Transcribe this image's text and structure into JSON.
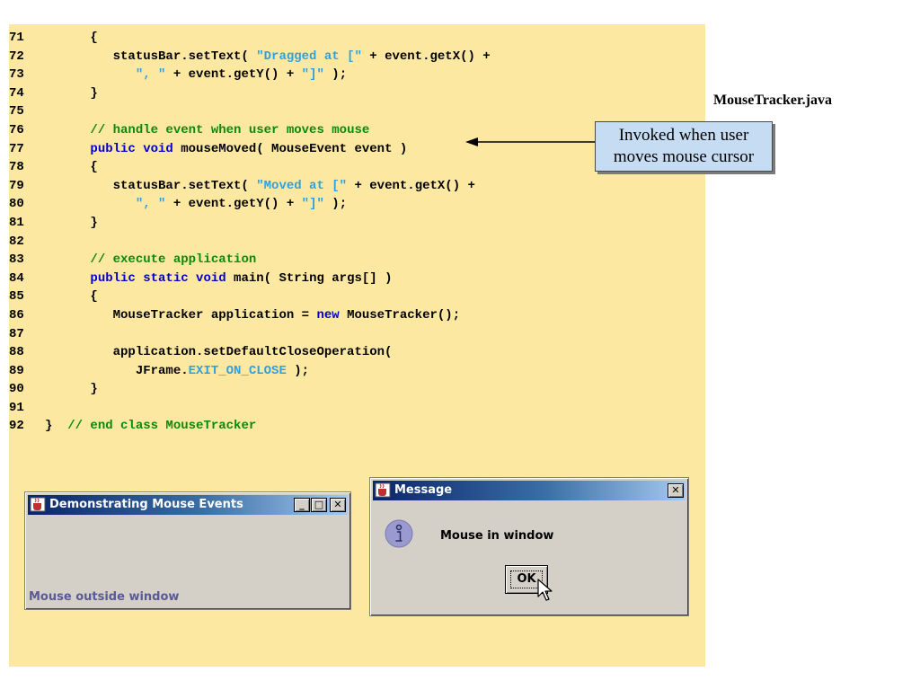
{
  "code_lines": [
    {
      "num": "71",
      "tokens": [
        {
          "t": "      {",
          "c": "tx"
        }
      ]
    },
    {
      "num": "72",
      "tokens": [
        {
          "t": "         statusBar.setText( ",
          "c": "tx"
        },
        {
          "t": "\"Dragged at [\"",
          "c": "str"
        },
        {
          "t": " + event.getX() +",
          "c": "tx"
        }
      ]
    },
    {
      "num": "73",
      "tokens": [
        {
          "t": "            ",
          "c": "tx"
        },
        {
          "t": "\", \"",
          "c": "str"
        },
        {
          "t": " + event.getY() + ",
          "c": "tx"
        },
        {
          "t": "\"]\"",
          "c": "str"
        },
        {
          "t": " );",
          "c": "tx"
        }
      ]
    },
    {
      "num": "74",
      "tokens": [
        {
          "t": "      }",
          "c": "tx"
        }
      ]
    },
    {
      "num": "75",
      "tokens": []
    },
    {
      "num": "76",
      "tokens": [
        {
          "t": "      ",
          "c": "tx"
        },
        {
          "t": "// handle event when user moves mouse",
          "c": "cm"
        }
      ]
    },
    {
      "num": "77",
      "tokens": [
        {
          "t": "      ",
          "c": "tx"
        },
        {
          "t": "public void",
          "c": "kw"
        },
        {
          "t": " mouseMoved( MouseEvent event )",
          "c": "tx"
        }
      ]
    },
    {
      "num": "78",
      "tokens": [
        {
          "t": "      {",
          "c": "tx"
        }
      ]
    },
    {
      "num": "79",
      "tokens": [
        {
          "t": "         statusBar.setText( ",
          "c": "tx"
        },
        {
          "t": "\"Moved at [\"",
          "c": "str"
        },
        {
          "t": " + event.getX() +",
          "c": "tx"
        }
      ]
    },
    {
      "num": "80",
      "tokens": [
        {
          "t": "            ",
          "c": "tx"
        },
        {
          "t": "\", \"",
          "c": "str"
        },
        {
          "t": " + event.getY() + ",
          "c": "tx"
        },
        {
          "t": "\"]\"",
          "c": "str"
        },
        {
          "t": " );",
          "c": "tx"
        }
      ]
    },
    {
      "num": "81",
      "tokens": [
        {
          "t": "      }",
          "c": "tx"
        }
      ]
    },
    {
      "num": "82",
      "tokens": []
    },
    {
      "num": "83",
      "tokens": [
        {
          "t": "      ",
          "c": "tx"
        },
        {
          "t": "// execute application",
          "c": "cm"
        }
      ]
    },
    {
      "num": "84",
      "tokens": [
        {
          "t": "      ",
          "c": "tx"
        },
        {
          "t": "public static void",
          "c": "kw"
        },
        {
          "t": " main( String args[] )",
          "c": "tx"
        }
      ]
    },
    {
      "num": "85",
      "tokens": [
        {
          "t": "      {",
          "c": "tx"
        }
      ]
    },
    {
      "num": "86",
      "tokens": [
        {
          "t": "         MouseTracker application = ",
          "c": "tx"
        },
        {
          "t": "new",
          "c": "kw"
        },
        {
          "t": " MouseTracker();",
          "c": "tx"
        }
      ]
    },
    {
      "num": "87",
      "tokens": []
    },
    {
      "num": "88",
      "tokens": [
        {
          "t": "         application.setDefaultCloseOperation(",
          "c": "tx"
        }
      ]
    },
    {
      "num": "89",
      "tokens": [
        {
          "t": "            JFrame.",
          "c": "tx"
        },
        {
          "t": "EXIT_ON_CLOSE",
          "c": "const"
        },
        {
          "t": " );",
          "c": "tx"
        }
      ]
    },
    {
      "num": "90",
      "tokens": [
        {
          "t": "      }",
          "c": "tx"
        }
      ]
    },
    {
      "num": "91",
      "tokens": []
    },
    {
      "num": "92",
      "tokens": [
        {
          "t": "}  ",
          "c": "tx"
        },
        {
          "t": "// end class MouseTracker",
          "c": "cm"
        }
      ]
    }
  ],
  "file_label": "MouseTracker.java",
  "callout": {
    "line1": "Invoked when user",
    "line2": "moves mouse cursor"
  },
  "demo_window": {
    "title": "Demonstrating Mouse Events",
    "minimize_glyph": "_",
    "maximize_glyph": "□",
    "close_glyph": "✕",
    "status_text": "Mouse outside window"
  },
  "message_dialog": {
    "title": "Message",
    "close_glyph": "✕",
    "message": "Mouse in window",
    "ok_label": "OK",
    "icon": "info-icon"
  },
  "colors": {
    "panel": "#fde8a2",
    "keyword": "#0000cc",
    "string": "#2fa0e0",
    "comment": "#0a8a0a",
    "callout_fill": "#c6dcf2"
  }
}
